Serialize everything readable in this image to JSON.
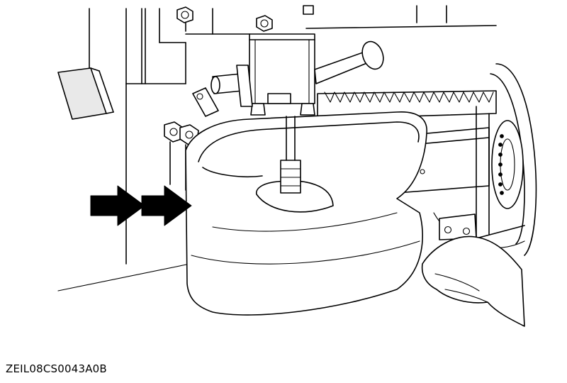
{
  "figure": {
    "code": "ZEIL08CS0043A0B",
    "line_color": "#000000",
    "background": "#ffffff",
    "pointer": {
      "type": "double-arrow",
      "direction": "right",
      "color": "#000000"
    }
  }
}
